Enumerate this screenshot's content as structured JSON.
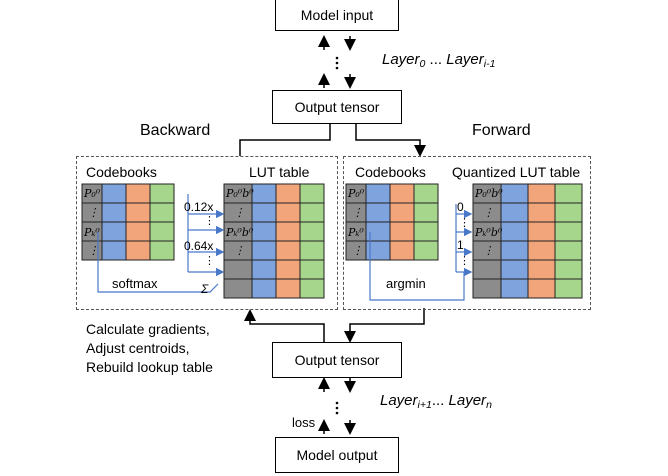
{
  "top_box": "Model input",
  "layer_upper": {
    "base": "Layer",
    "sub_start": "0",
    "dots": "...",
    "sub_end": "i-1"
  },
  "output_tensor_top": "Output tensor",
  "backward_label": "Backward",
  "forward_label": "Forward",
  "backward": {
    "codebooks_title": "Codebooks",
    "lut_title": "LUT table",
    "weights": [
      "0.12x",
      "0.64x"
    ],
    "softmax": "softmax",
    "sigma": "Σ",
    "row_labels": [
      "P",
      "⋮",
      "P",
      "⋮"
    ]
  },
  "forward": {
    "codebooks_title": "Codebooks",
    "lut_title": "Quantized LUT table",
    "indices": [
      "0",
      "1"
    ],
    "argmin": "argmin"
  },
  "notes": [
    "Calculate gradients,",
    "Adjust centroids,",
    "Rebuild lookup table"
  ],
  "output_tensor_bottom": "Output tensor",
  "layer_lower": {
    "base": "Layer",
    "sub_start": "i+1",
    "dots": "...",
    "sub_end": "n"
  },
  "loss": "loss",
  "bottom_box": "Model output",
  "colors": {
    "gray": "#8c8c8c",
    "blue": "#7fa3dc",
    "orange": "#f2a57a",
    "green": "#a6d68c",
    "arrow_blue": "#4a78c8"
  }
}
